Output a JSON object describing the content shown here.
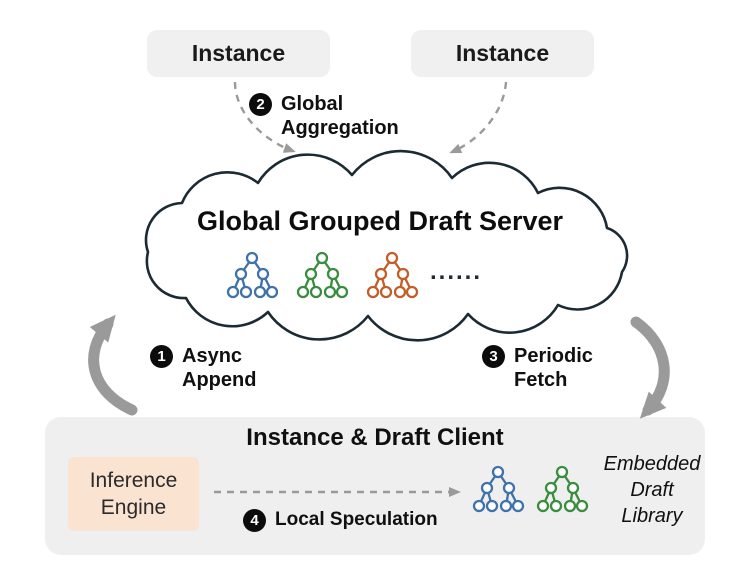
{
  "instances": [
    {
      "label": "Instance"
    },
    {
      "label": "Instance"
    }
  ],
  "steps": {
    "s1": {
      "num": "1",
      "label": "Async\nAppend"
    },
    "s2": {
      "num": "2",
      "label": "Global\nAggregation"
    },
    "s3": {
      "num": "3",
      "label": "Periodic\nFetch"
    },
    "s4": {
      "num": "4",
      "label": "Local Speculation"
    }
  },
  "cloud": {
    "title": "Global Grouped Draft Server",
    "dots": "......"
  },
  "client": {
    "title": "Instance & Draft Client",
    "engine": "Inference\nEngine",
    "library": "Embedded\nDraft\nLibrary"
  },
  "colors": {
    "tree_blue": "#3f72a8",
    "tree_green": "#3a8c3e",
    "tree_orange": "#c25e2a",
    "outline": "#1b2a33",
    "arrow_gray": "#9a9a9a"
  }
}
